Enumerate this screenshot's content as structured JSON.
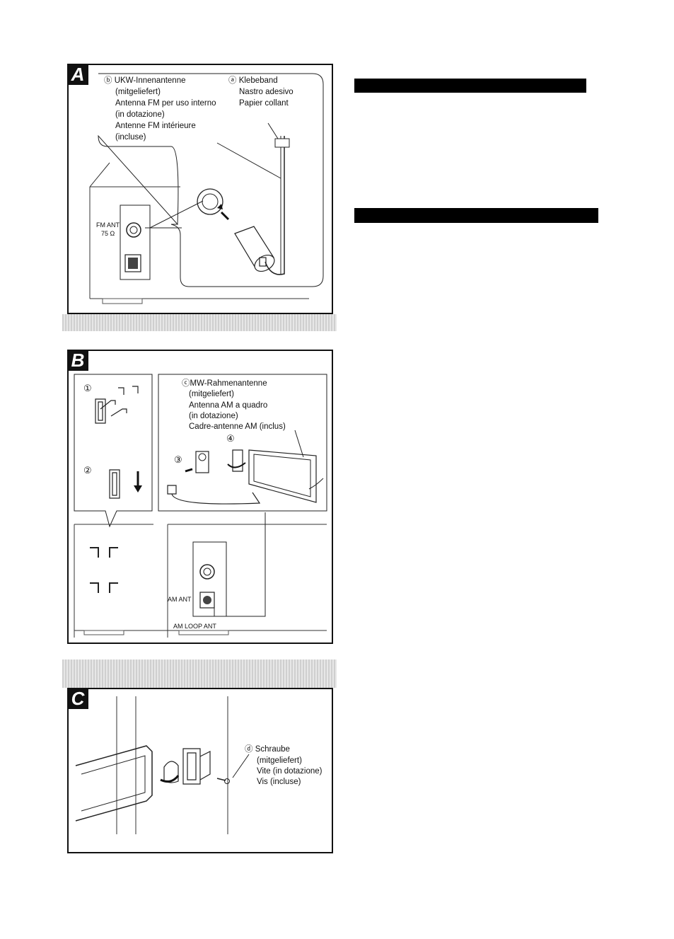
{
  "panels": {
    "a": {
      "badge": "A",
      "label_b": "ⓑ UKW-Innenantenne",
      "label_b_lines": [
        "(mitgeliefert)",
        "Antenna FM per uso interno",
        "(in dotazione)",
        "Antenne FM intérieure",
        "(incluse)"
      ],
      "label_a": "ⓐ Klebeband",
      "label_a_lines": [
        "Nastro adesivo",
        "Papier collant"
      ],
      "fm_ant": "FM ANT",
      "ohm": "75 Ω"
    },
    "b": {
      "badge": "B",
      "step1": "①",
      "step2": "②",
      "step3": "③",
      "step4": "④",
      "label_c": "ⓒMW-Rahmenantenne",
      "label_c_lines": [
        "(mitgeliefert)",
        "Antenna AM a quadro",
        "(in dotazione)",
        "Cadre-antenne AM (inclus)"
      ],
      "am_ant": "AM ANT",
      "am_loop_ant": "AM LOOP ANT"
    },
    "c": {
      "badge": "C",
      "label_d": "ⓓ Schraube",
      "label_d_lines": [
        "(mitgeliefert)",
        "Vite (in dotazione)",
        "Vis (incluse)"
      ]
    }
  }
}
